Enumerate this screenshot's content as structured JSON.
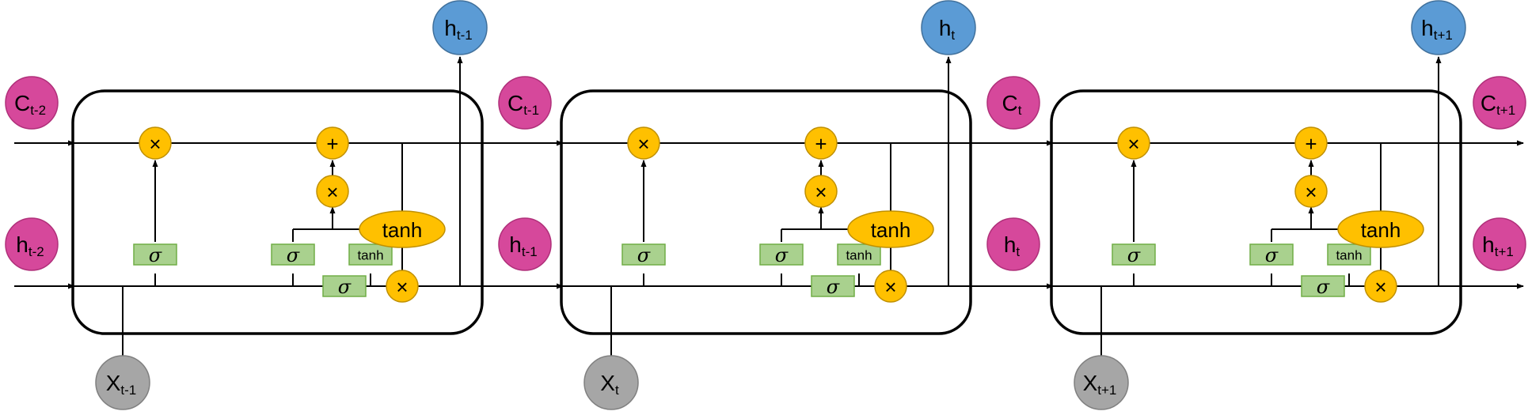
{
  "diagram": {
    "cells": [
      {
        "input": {
          "main": "X",
          "sub": "t-1"
        },
        "output": {
          "main": "h",
          "sub": "t-1"
        }
      },
      {
        "input": {
          "main": "X",
          "sub": "t"
        },
        "output": {
          "main": "h",
          "sub": "t"
        }
      },
      {
        "input": {
          "main": "X",
          "sub": "t+1"
        },
        "output": {
          "main": "h",
          "sub": "t+1"
        }
      }
    ],
    "cell_states": [
      {
        "main": "C",
        "sub": "t-2"
      },
      {
        "main": "C",
        "sub": "t-1"
      },
      {
        "main": "C",
        "sub": "t"
      },
      {
        "main": "C",
        "sub": "t+1"
      }
    ],
    "hidden_states": [
      {
        "main": "h",
        "sub": "t-2"
      },
      {
        "main": "h",
        "sub": "t-1"
      },
      {
        "main": "h",
        "sub": "t"
      },
      {
        "main": "h",
        "sub": "t+1"
      }
    ],
    "labels": {
      "sigma": "σ",
      "tanh": "tanh",
      "multiply": "×",
      "add": "+"
    },
    "colors": {
      "state_node": "#d6489b",
      "state_node_border": "#b0307a",
      "output_node": "#5b9bd5",
      "output_node_border": "#41719c",
      "input_node": "#a6a6a6",
      "input_node_border": "#808080",
      "op_node": "#ffc000",
      "op_node_border": "#c09000",
      "gate_box": "#a9d18e",
      "gate_box_border": "#70ad47",
      "line": "#000000"
    }
  }
}
